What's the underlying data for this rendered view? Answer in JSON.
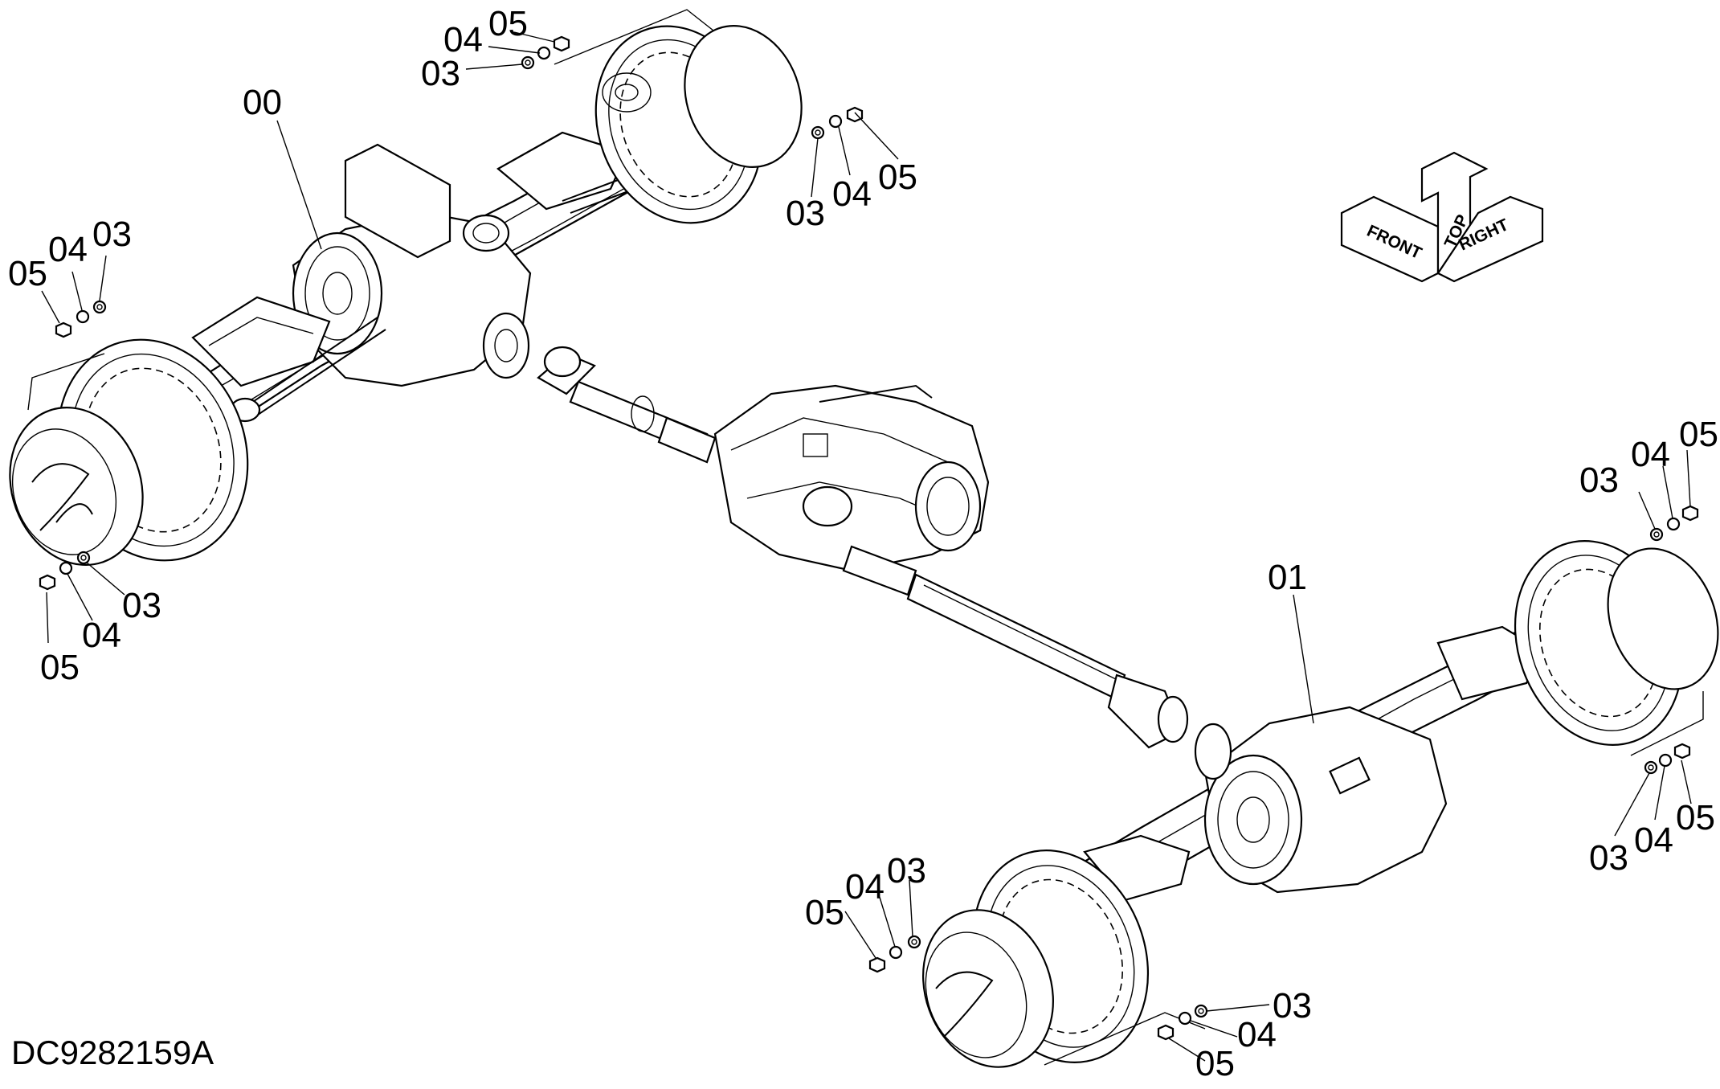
{
  "drawing": {
    "doc_id": "DC9282159A"
  },
  "orientation_arrows": {
    "front": "FRONT",
    "top": "TOP",
    "right": "RIGHT"
  },
  "callouts": {
    "front_axle": "00",
    "rear_axle": "01",
    "nut": "05",
    "washer": "04",
    "spacer": "03"
  }
}
